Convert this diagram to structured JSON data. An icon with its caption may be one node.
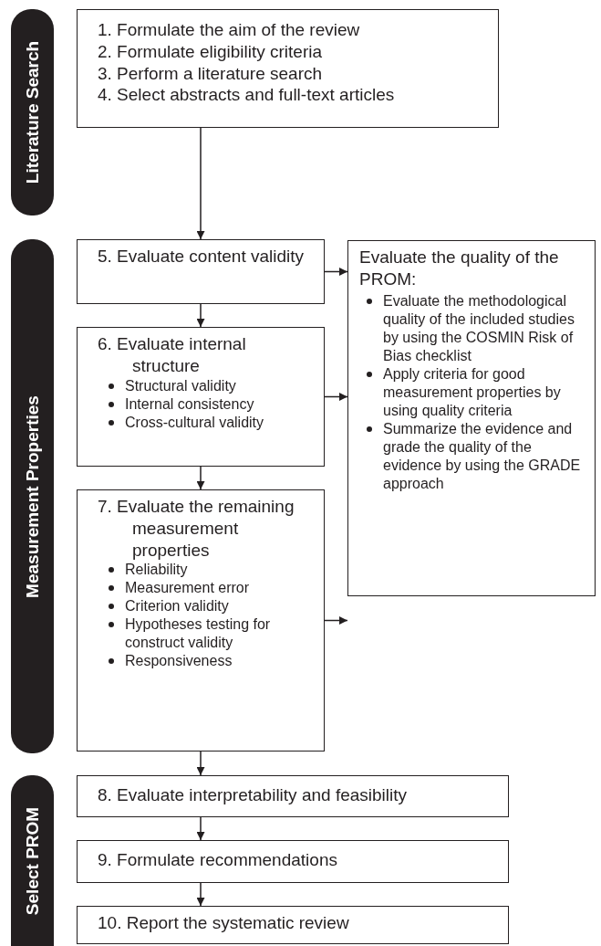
{
  "diagram": {
    "nodes": [
      {
        "text": [
          "Literature Search"
        ]
      },
      {
        "text": [
          "1. Formulate the aim of the review",
          "2. Formulate eligibility criteria",
          "3. Perform a literature search",
          "4. Select abstracts and full-text articles"
        ]
      },
      {
        "text": [
          "Measurement Properties"
        ]
      },
      {
        "text": [
          "5. Evaluate content validity"
        ]
      },
      {
        "text": [
          "6. Evaluate internal structure",
          "Structural validity",
          "Internal consistency",
          "Cross-cultural validity"
        ]
      },
      {
        "text": [
          "7. Evaluate the remaining measurement properties",
          "Reliability",
          "Measurement error",
          "Criterion validity",
          "Hypotheses testing for construct validity",
          "Responsiveness"
        ]
      },
      {
        "text": [
          "Evaluate the quality of the PROM:",
          "Evaluate the methodological quality of the included studies by using the COSMIN Risk of Bias checklist",
          "Apply criteria for good measurement properties by using quality criteria",
          "Summarize the evidence and grade the quality of the evidence by using the GRADE approach"
        ]
      },
      {
        "text": [
          "Select PROM"
        ]
      },
      {
        "text": [
          "8. Evaluate interpretability and feasibility"
        ]
      },
      {
        "text": [
          "9. Formulate recommendations"
        ]
      },
      {
        "text": [
          "10. Report the systematic review"
        ]
      }
    ],
    "edges": [
      {
        "from": 1,
        "to": 3,
        "arrow": "to"
      },
      {
        "from": 3,
        "to": 4,
        "arrow": "to"
      },
      {
        "from": 4,
        "to": 5,
        "arrow": "to"
      },
      {
        "from": 5,
        "to": 8,
        "arrow": "to"
      },
      {
        "from": 8,
        "to": 9,
        "arrow": "to"
      },
      {
        "from": 9,
        "to": 10,
        "arrow": "to"
      },
      {
        "from": 3,
        "to": 6,
        "arrow": "to"
      },
      {
        "from": 4,
        "to": 6,
        "arrow": "to"
      },
      {
        "from": 5,
        "to": 6,
        "arrow": "to"
      }
    ]
  }
}
